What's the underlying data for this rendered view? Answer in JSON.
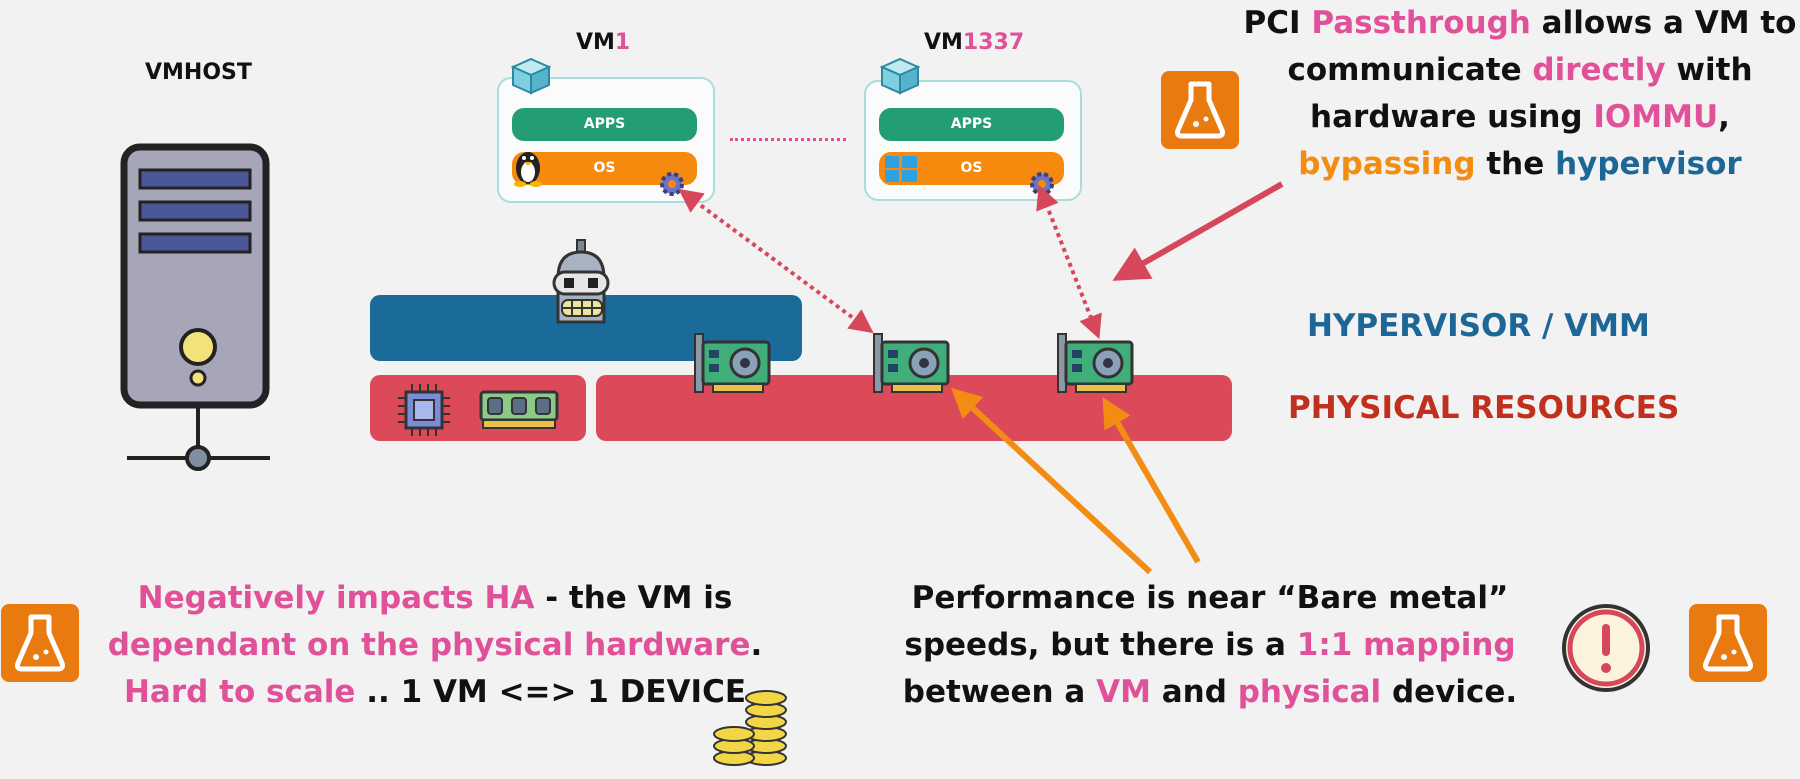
{
  "vmhost": {
    "label": "VMHOST"
  },
  "vm1": {
    "prefix": "VM",
    "num": "1",
    "apps": "APPS",
    "os": "OS",
    "os_icon": "linux-penguin-icon"
  },
  "vm2": {
    "prefix": "VM",
    "num": "1337",
    "apps": "APPS",
    "os": "OS",
    "os_icon": "windows-logo-icon"
  },
  "layers": {
    "hypervisor": "HYPERVISOR / VMM",
    "physical": "PHYSICAL RESOURCES"
  },
  "top_right": {
    "l1a": "PCI ",
    "l1b": "Passthrough",
    "l1c": " allows a VM to",
    "l2a": "communicate ",
    "l2b": "directly",
    "l2c": " with",
    "l3a": "hardware using ",
    "l3b": "IOMMU",
    "l3c": ",",
    "l4a": "bypassing",
    "l4b": " the ",
    "l4c": "hypervisor"
  },
  "bottom_left": {
    "l1a": "Negatively impacts HA",
    "l1b": " - the VM is",
    "l2a": "dependant on the physical hardware",
    "l2b": ".",
    "l3a": "Hard to scale",
    "l3b": " .. 1 VM <=> 1 DEVICE"
  },
  "bottom_right": {
    "l1": "Performance is near “Bare metal”",
    "l2a": "speeds, but there is a ",
    "l2b": "1:1 mapping",
    "l3a": "between a ",
    "l3b": "VM",
    "l3c": " and ",
    "l3d": "physical",
    "l3e": " device."
  },
  "colors": {
    "pink": "#e0519a",
    "orange": "#f28c12",
    "blue": "#1d6796",
    "red": "#c0301e",
    "hypervisor_bar": "#1a6b9a",
    "physical_bar": "#dc4a5a"
  }
}
